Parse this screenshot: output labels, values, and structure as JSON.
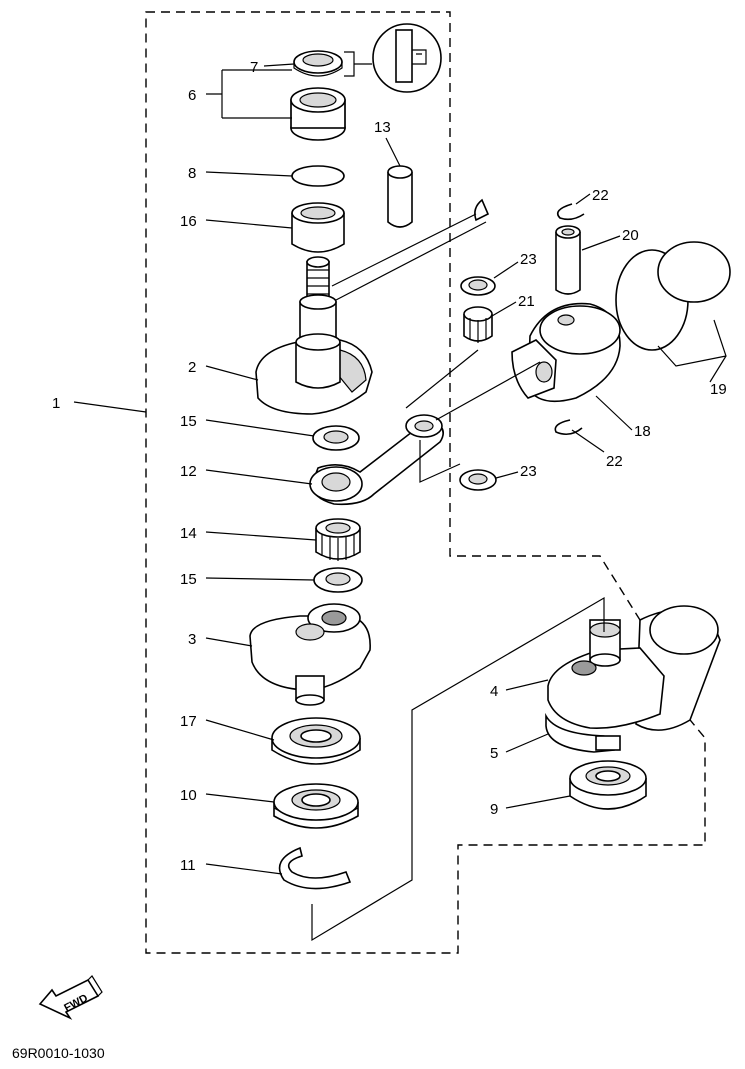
{
  "diagram_code": "69R0010-1030",
  "fwd_label": "FWD",
  "callouts": [
    {
      "id": "1",
      "text": "1"
    },
    {
      "id": "2",
      "text": "2"
    },
    {
      "id": "3",
      "text": "3"
    },
    {
      "id": "4",
      "text": "4"
    },
    {
      "id": "5",
      "text": "5"
    },
    {
      "id": "6",
      "text": "6"
    },
    {
      "id": "7",
      "text": "7"
    },
    {
      "id": "8",
      "text": "8"
    },
    {
      "id": "9",
      "text": "9"
    },
    {
      "id": "10",
      "text": "10"
    },
    {
      "id": "11",
      "text": "11"
    },
    {
      "id": "12",
      "text": "12"
    },
    {
      "id": "13",
      "text": "13"
    },
    {
      "id": "14",
      "text": "14"
    },
    {
      "id": "15a",
      "text": "15"
    },
    {
      "id": "15b",
      "text": "15"
    },
    {
      "id": "16",
      "text": "16"
    },
    {
      "id": "17",
      "text": "17"
    },
    {
      "id": "18",
      "text": "18"
    },
    {
      "id": "19",
      "text": "19"
    },
    {
      "id": "20",
      "text": "20"
    },
    {
      "id": "21",
      "text": "21"
    },
    {
      "id": "22a",
      "text": "22"
    },
    {
      "id": "22b",
      "text": "22"
    },
    {
      "id": "23a",
      "text": "23"
    },
    {
      "id": "23b",
      "text": "23"
    }
  ]
}
